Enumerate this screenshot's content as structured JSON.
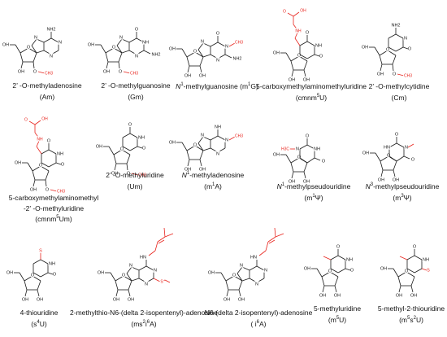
{
  "colors": {
    "bond": "#1a1a1a",
    "modification": "#e8231c",
    "text": "#111111"
  },
  "atoms": {
    "N": "N",
    "NH": "NH",
    "O": "O",
    "OH": "OH",
    "NH2": "NH2",
    "S": "S",
    "CH3": "CH3",
    "OCH3": "O",
    "HN": "HN",
    "COOH_O": "O",
    "COOH_OH": "OH",
    "CH3_frag": "H3C"
  },
  "compounds": [
    {
      "id": "Am",
      "name": "2’ -O-methyladenosine",
      "abbr": "(Am)"
    },
    {
      "id": "Gm",
      "name": "2’ -O-methylguanosine",
      "abbr": "(Gm)"
    },
    {
      "id": "m1G",
      "name_prefix": "N",
      "name_sup": "1",
      "name_rest": "-methylguanosine (m",
      "name_sup2": "1",
      "name_end": "G)"
    },
    {
      "id": "cmnm5U",
      "name": "5-carboxymethylaminomethyluridine",
      "abbr_pre": "(cmnm",
      "abbr_sup": "5",
      "abbr_post": "U)"
    },
    {
      "id": "Cm",
      "name": "2’ -O-methylcytidine",
      "abbr": "(Cm)"
    },
    {
      "id": "cmnm5Um",
      "name_line1": "5-carboxymethylaminomethyl",
      "name_line2": "-2’ -O-methyluridine",
      "abbr_pre": "(cmnm",
      "abbr_sup": "5",
      "abbr_post": "Um)"
    },
    {
      "id": "Um",
      "name": "2’ -O-methyluridine",
      "abbr": "(Um)"
    },
    {
      "id": "m1A",
      "name_prefix": "N",
      "name_sup": "1",
      "name_rest": "-methyladenosine",
      "abbr_pre": "(m",
      "abbr_sup": "1",
      "abbr_post": "A)"
    },
    {
      "id": "m1Psi",
      "name_prefix": "N",
      "name_sup": "1",
      "name_rest": "-methylpseudouridine",
      "abbr_pre": "(m",
      "abbr_sup": "1",
      "abbr_post": "Ψ)"
    },
    {
      "id": "m3Psi",
      "name_prefix": "N",
      "name_sup": "3",
      "name_rest": "-methylpseudouridine",
      "abbr_pre": "(m",
      "abbr_sup": "3",
      "abbr_post": "Ψ)"
    },
    {
      "id": "s4U",
      "name": "4-thiouridine",
      "abbr_pre": "(s",
      "abbr_sup": "4",
      "abbr_post": "U)"
    },
    {
      "id": "ms2i6A",
      "name": "2-methylthio-N6-(delta 2-isopentenyl)-adenosine",
      "abbr_pre": "(ms",
      "abbr_sup": "2",
      "abbr_mid": "i",
      "abbr_sup2": "6",
      "abbr_post": "A)"
    },
    {
      "id": "i6A",
      "name": "N6-(delta 2-isopentenyl)-adenosine",
      "abbr_pre": "( i",
      "abbr_sup": "6",
      "abbr_post": "A)"
    },
    {
      "id": "m5U",
      "name": "5-methyluridine",
      "abbr_pre": "(m",
      "abbr_sup": "5",
      "abbr_post": "U)"
    },
    {
      "id": "m5s2U",
      "name": "5-methyl-2-thiouridine",
      "abbr_pre": "(m",
      "abbr_sup": "5",
      "abbr_mid": "s",
      "abbr_sup2": "2",
      "abbr_post": "U)"
    }
  ]
}
